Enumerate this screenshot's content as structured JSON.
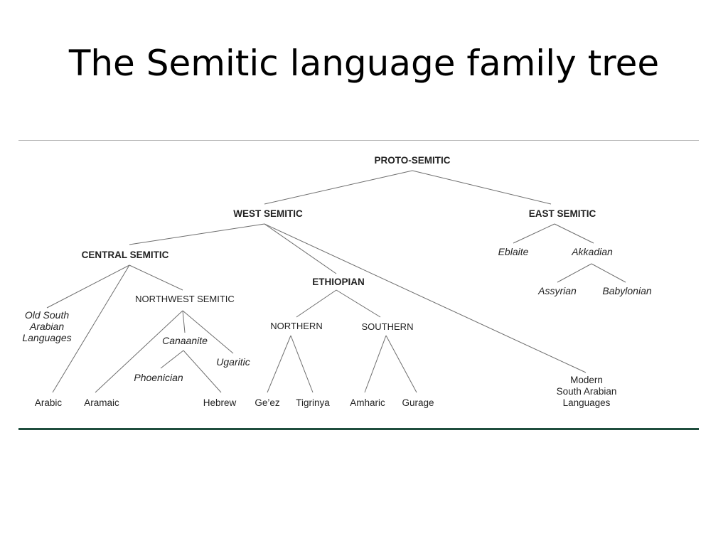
{
  "title": "The Semitic language family tree",
  "colors": {
    "accent": "#1f4d3d",
    "root": "#3a3a4a",
    "line": "#6e6e6e",
    "rule": "#1f4d3d"
  },
  "tree": {
    "proto_semitic": "PROTO-SEMITIC",
    "west_semitic": "WEST SEMITIC",
    "east_semitic": "EAST SEMITIC",
    "central_semitic": "CENTRAL SEMITIC",
    "ethiopian": "ETHIOPIAN",
    "eblaite": "Eblaite",
    "akkadian": "Akkadian",
    "assyrian": "Assyrian",
    "babylonian": "Babylonian",
    "old_south_arabian": [
      "Old South",
      "Arabian",
      "Languages"
    ],
    "northwest_semitic": "NORTHWEST SEMITIC",
    "canaanite": "Canaanite",
    "ugaritic": "Ugaritic",
    "phoenician": "Phoenician",
    "northern": "NORTHERN",
    "southern": "SOUTHERN",
    "modern_south_arabian": [
      "Modern",
      "South Arabian",
      "Languages"
    ],
    "arabic": "Arabic",
    "aramaic": "Aramaic",
    "hebrew": "Hebrew",
    "geez": "Ge’ez",
    "tigrinya": "Tigrinya",
    "amharic": "Amharic",
    "gurage": "Gurage"
  }
}
